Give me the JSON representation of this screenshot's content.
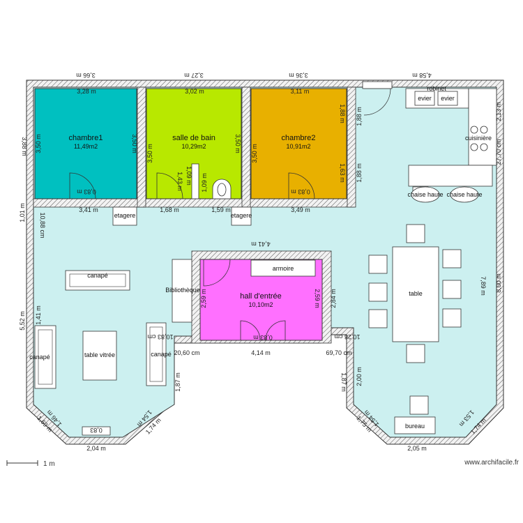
{
  "colors": {
    "wall_fill": "#eeeeee",
    "wall_stroke": "#333333",
    "floor": "#ccf0f0",
    "chambre1": "#00c0c0",
    "salle_de_bain": "#b8e800",
    "chambre2": "#e8b000",
    "hall": "#ff70ff"
  },
  "rooms": {
    "chambre1": {
      "name": "chambre1",
      "area": "11,49m2"
    },
    "salle_de_bain": {
      "name": "salle de bain",
      "area": "10,29m2"
    },
    "chambre2": {
      "name": "chambre2",
      "area": "10,91m2"
    },
    "hall": {
      "name": "hall d'entrée",
      "area": "10,10m2"
    }
  },
  "furniture": {
    "etagere_left": "etagere",
    "etagere_right": "etagere",
    "bibliotheque": "Bibliothèque",
    "armoire": "armoire",
    "canape_top": "canapé",
    "canape_left": "canapé",
    "canape_right": "canapé",
    "table_vitree": "table vitrée",
    "table": "table",
    "bureau": "bureau",
    "evier1": "evier",
    "evier2": "evier",
    "robinet": "robinet",
    "cuisiniere": "cuisinière",
    "chaise_haute1": "chaise haute",
    "chaise_haute2": "chaise haute"
  },
  "dimensions": {
    "top_outer": [
      "3,66 m",
      "3,27 m",
      "3,36 m",
      "4,58 m"
    ],
    "room_widths_top": [
      "3,28 m",
      "3,02 m",
      "3,11 m"
    ],
    "room_widths_bottom": [
      "3,41 m",
      "1,68 m",
      "1,59 m",
      "3,49 m"
    ],
    "room_heights": [
      "3,50 m",
      "3,50 m",
      "3,50 m",
      "3,50 m",
      "3,50 m"
    ],
    "door_labels": [
      "0,83 m",
      "1,43 m",
      "1,09 m",
      "1,09 m",
      "0,83 m"
    ],
    "chambre2_right": [
      "1,88 m",
      "1,63 m"
    ],
    "kitchen_left": [
      "1,88 m",
      "1,88 m"
    ],
    "right_side": [
      "2,13 m",
      "27,70 cm",
      "7,89 m",
      "8,00 m"
    ],
    "left_side": [
      "3,88 m",
      "1,01 m",
      "10,88 cm",
      "5,52 m",
      "1,41 m"
    ],
    "hall": [
      "4,41 m",
      "2,59 m",
      "2,59 m",
      "2,84 m",
      "0,83 m",
      "4,14 m"
    ],
    "bottom_mid": [
      "10,83 cm",
      "20,60 cm",
      "10,28 cm",
      "69,70 cm"
    ],
    "wing_left": [
      "1,87 m",
      "1,46 m",
      "1,54 m",
      "1,69 m",
      "1,74 m",
      "2,04 m"
    ],
    "wing_right": [
      "1,87 m",
      "2,00 m",
      "1,54 m",
      "1,53 m",
      "1,75 m",
      "1,74 m",
      "2,05 m"
    ],
    "window_left": "0,83"
  },
  "scale": "1 m",
  "watermark": "www.archifacile.fr"
}
